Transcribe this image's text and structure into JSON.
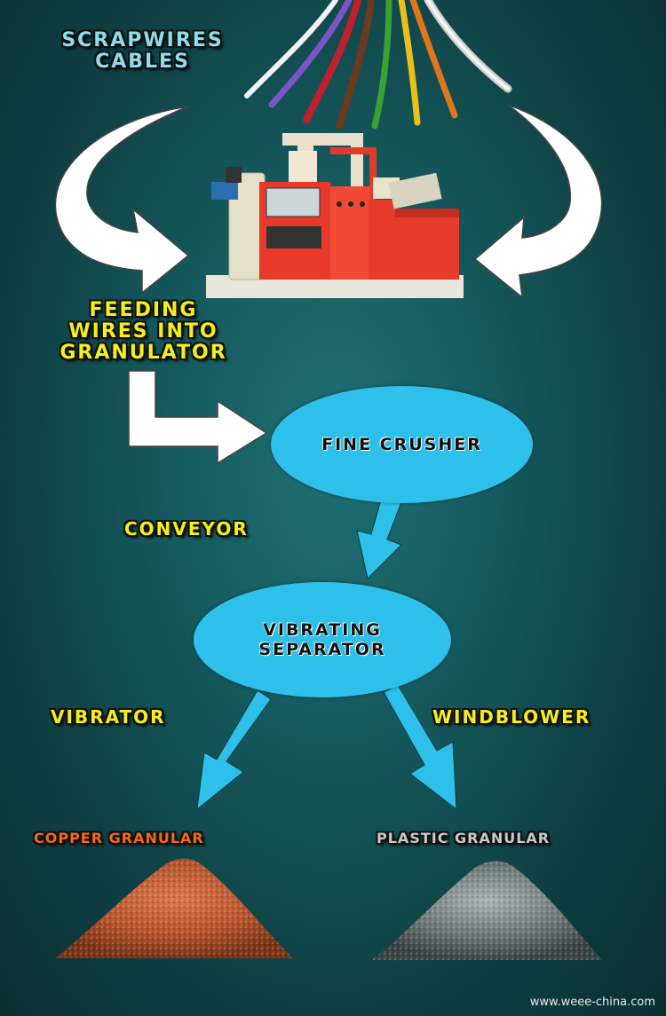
{
  "source": {
    "line1": "SCRAPWIRES",
    "line2": "CABLES"
  },
  "feeding": {
    "line1": "FEEDING",
    "line2": "WIRES INTO",
    "line3": "GRANULATOR"
  },
  "fine_crusher": "FINE CRUSHER",
  "conveyor": "CONVEYOR",
  "vibrating_separator": {
    "line1": "VIBRATING",
    "line2": "SEPARATOR"
  },
  "vibrator": "VIBRATOR",
  "windblower": "WINDBLOWER",
  "outputs": {
    "copper": "COPPER GRANULAR",
    "plastic": "PLASTIC GRANULAR"
  },
  "watermark": "www.weee-china.com",
  "colors": {
    "label_yellow": "#f4ee1c",
    "ellipse_blue": "#2cc0ea",
    "arrow_blue": "#2cc0ea",
    "copper_label": "#f36a18",
    "machine_red": "#e83a2a"
  },
  "wire_colors": [
    "#f2f2f2",
    "#7a55c8",
    "#c0202a",
    "#6b3a1f",
    "#3aa235",
    "#e8c21a",
    "#e0761a",
    "#cfcfcf"
  ]
}
